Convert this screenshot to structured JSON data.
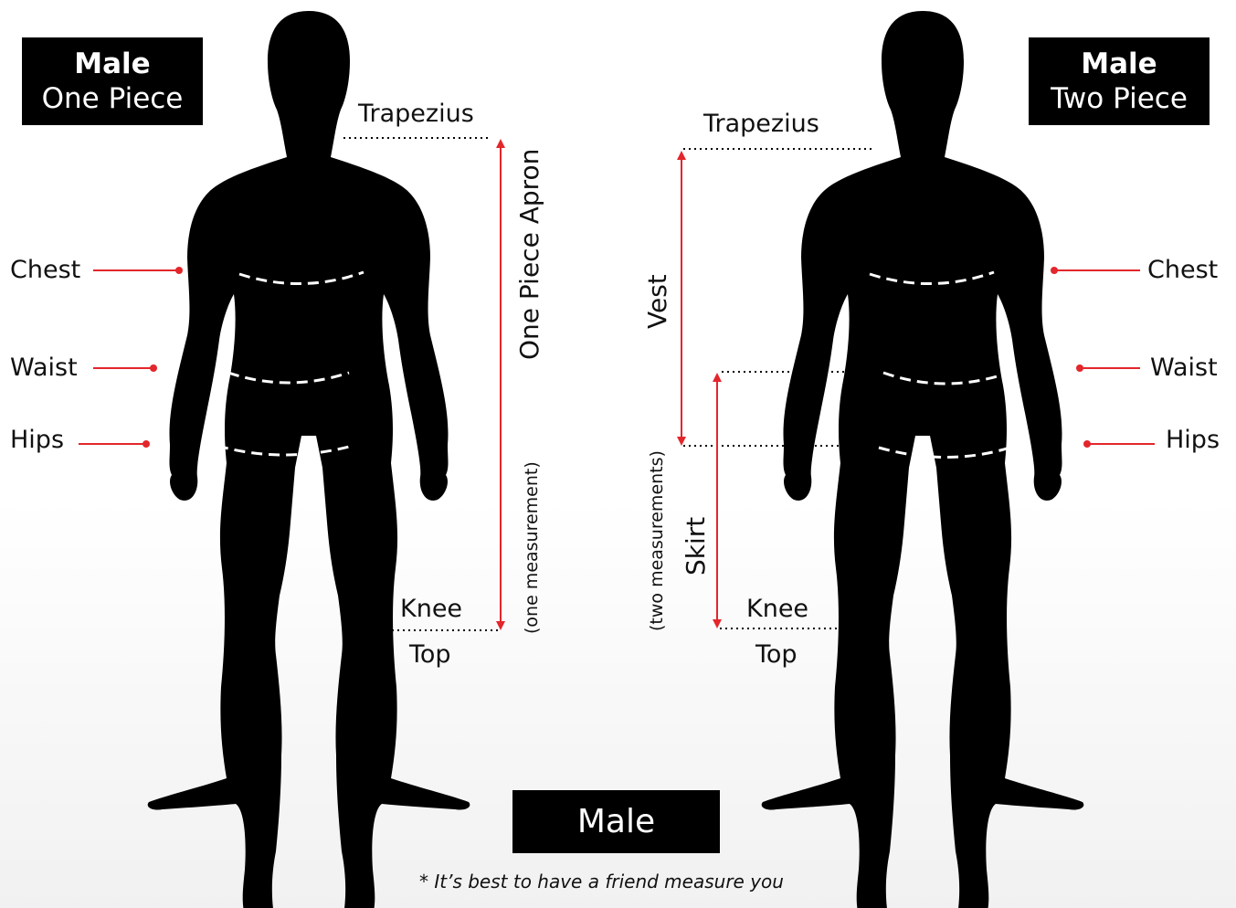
{
  "left_panel": {
    "badge": {
      "title": "Male",
      "subtitle": "One Piece"
    },
    "labels": {
      "trapezius": "Trapezius",
      "chest": "Chest",
      "waist": "Waist",
      "hips": "Hips",
      "knee": "Knee",
      "top": "Top"
    },
    "measure_label": "One Piece Apron",
    "measure_note": "(one measurement)"
  },
  "right_panel": {
    "badge": {
      "title": "Male",
      "subtitle": "Two Piece"
    },
    "labels": {
      "trapezius": "Trapezius",
      "chest": "Chest",
      "waist": "Waist",
      "hips": "Hips",
      "knee": "Knee",
      "top": "Top"
    },
    "vest_label": "Vest",
    "skirt_label": "Skirt",
    "measure_note": "(two measurements)"
  },
  "footer": {
    "badge": "Male",
    "note": "* It’s best to have a friend measure you"
  },
  "colors": {
    "accent": "#e3262b",
    "silhouette": "#000000",
    "badge_bg": "#000000",
    "badge_text": "#ffffff"
  }
}
